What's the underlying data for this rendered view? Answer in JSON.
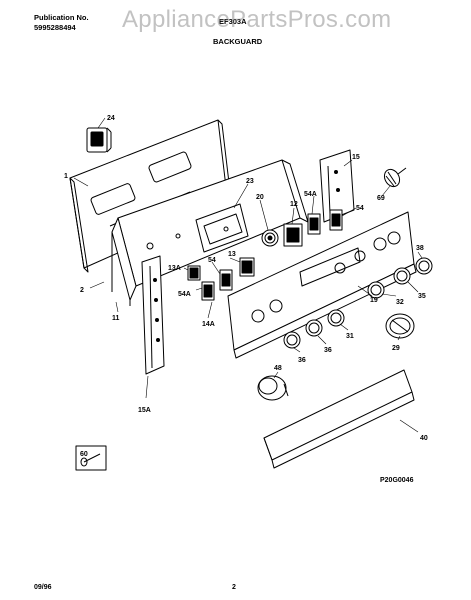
{
  "header": {
    "publication_label": "Publication No.",
    "publication_number": "5995288494",
    "model": "EF303A",
    "section": "BACKGUARD",
    "watermark": "AppliancePartsPros.com"
  },
  "callouts": [
    "24",
    "1",
    "23",
    "20",
    "12",
    "15",
    "54A",
    "54",
    "69",
    "13A",
    "13",
    "54",
    "38",
    "2",
    "54A",
    "11",
    "35",
    "32",
    "19",
    "14A",
    "31",
    "29",
    "36",
    "36",
    "48",
    "40",
    "15A",
    "60"
  ],
  "diagram_code": "P20G0046",
  "footer": {
    "date": "09/96",
    "page": "2"
  }
}
